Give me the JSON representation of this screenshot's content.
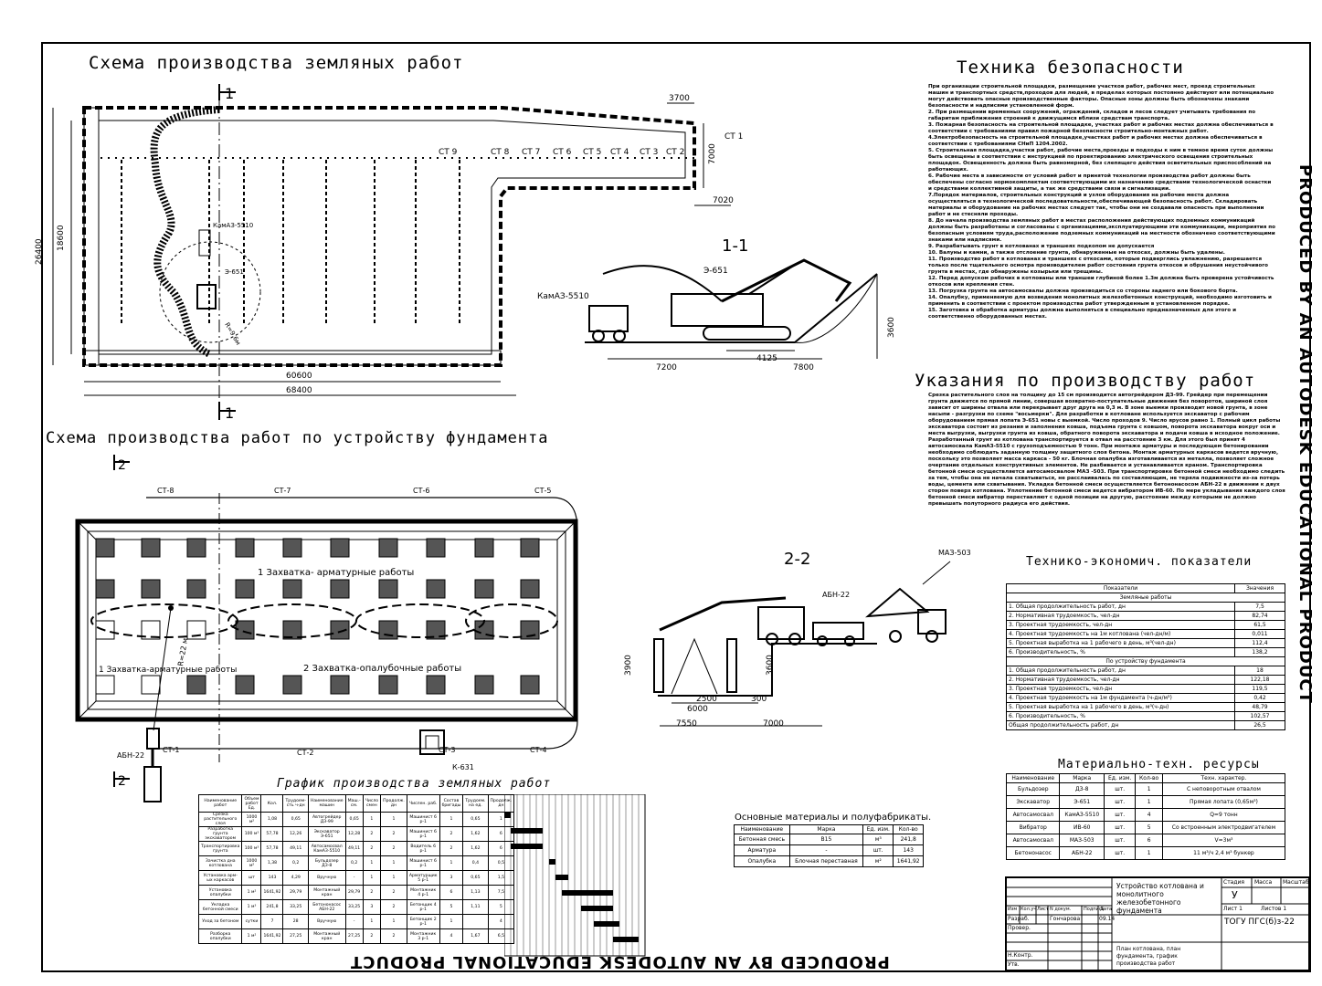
{
  "titles": {
    "earthworks": "Схема производства земляных работ",
    "safety": "Техника безопасности",
    "foundation": "Схема производства работ по устройству фундамента",
    "instructions": "Указания по производству работ",
    "tep": "Технико-экономич. показатели",
    "resources": "Материально-техн. ресурсы",
    "graph": "График производства земляных работ",
    "materials": "Основные материалы и полуфабрикаты."
  },
  "watermark": "PRODUCED BY AN AUTODESK EDUCATIONAL PRODUCT",
  "plan1": {
    "dims": {
      "d26400": "26400",
      "d18600": "18600",
      "d60600": "60600",
      "d68400": "68400",
      "d3700": "3700",
      "d7000": "7000",
      "d7020": "7020"
    },
    "stations": [
      "СТ 9",
      "СТ 8",
      "СТ 7",
      "СТ 6",
      "СТ 5",
      "СТ 4",
      "СТ 3",
      "СТ 2",
      "СТ 1"
    ],
    "equip": [
      "КамАЗ-5510",
      "Э-651",
      "R=9,6м"
    ],
    "section": "1"
  },
  "section11": {
    "label": "1-1",
    "excavator": "Э-651",
    "truck": "КамАЗ-5510",
    "dims": {
      "d7200": "7200",
      "d4125": "4125",
      "d7800": "7800",
      "d3600": "3600"
    }
  },
  "section22": {
    "label": "2-2",
    "pump": "АБН-22",
    "truck": "МАЗ-503",
    "dims": {
      "d3900": "3900",
      "d3600": "3600",
      "d2500": "2500",
      "d300": "300",
      "d6000": "6000",
      "d7550": "7550",
      "d7000": "7000"
    }
  },
  "plan2": {
    "stations_top": [
      "СТ-8",
      "СТ-7",
      "СТ-6",
      "СТ-5"
    ],
    "stations_bottom": [
      "СТ-1",
      "СТ-2",
      "СТ-3",
      "СТ-4"
    ],
    "zones": [
      "1 Захватка- арматурные работы",
      "1 Захватка-арматурные работы",
      "2 Захватка-опалубочные работы"
    ],
    "pump": "АБН-22",
    "crane": "К-631",
    "radius": "R=22 м",
    "section": "2"
  },
  "safety_text": "При организации строительной площадки, размещение участков работ, рабочих мест, проезд строительных машин и транспортных средств,проходов для людей, в пределах которых постоянно действуют или потенциально могут действовать опасные производственные факторы. Опасные зоны должны быть обозначены знаками безопасности и надписями установленной форм.\n2. При размещении временных сооружений, ограждений, складов и лесов следует учитывать требования по габаритам приближения строений к движущимся вблизи средствам транспорта.\n3. Пожарная безопасность на строительной площадке, участках работ и рабочих местах должна обеспечиваться в соответствии с требованиями правил пожарной безопасности строительно-монтажных работ.\n4.Электробезопасность на строительной площадке,участках работ и рабочих местах должна обеспечиваться в соответствии с требованиями СНиП 1204.2002.\n5. Строительная площадка,участки работ, рабочие места,проезды и подходы к ним в темное время суток должны быть освещены в соответствии с инструкцией по проектированию электрического освещения строительных площадок. Освещенность должна быть равномерной, без слепящего действия осветительных приспособлений на работающих.\n6. Рабочие места в зависимости от условий работ и принятой технологии производства работ должны быть обеспечены согласно нормокомплектам соответствующими их назначению средствами технологической оснастки и средствами коллективной защиты, а так же средствами связи и сигнализации.\n7.Порядок материалов, строительных конструкций и узлов оборудования на рабочие места должна осуществляться в технологической последовательности,обеспечивающей безопасность работ. Складировать материалы и оборудование на рабочих местах следует так, чтобы они не создавали опасность при выполнении работ и не стесняли проходы.\n8. До начала производства земляных работ в местах расположения действующих подземных коммуникаций должны быть разработаны и согласованы с организациями,эксплуатирующими эти коммуникации, мероприятия по безопасным условиям труда,расположение подземных коммуникаций на местности обозначено соответствующими знаками или надписями.\n9. Разрабатывать грунт в котлованах и траншеях подкопом не допускается\n10. Валуны и камни, а также отслоение грунта, обнаруженные на откосах, должны быть удалены.\n11. Производство работ в котлованах и траншеях с откосами, которые подверглись увлажнению, разрешается только после тщательного осмотра производителем работ состояния грунта откосов и обрушения неустойчивого грунта в местах, где обнаружены козырьки или трещины.\n12. Перед допуском рабочих в котлованы или траншеи глубиной более 1.3м должна быть проверена устойчивость откосов или крепления стен.\n13. Погрузка грунта на автосамосвалы должна производиться со стороны заднего или бокового борта.\n14. Опалубку, применяемую для возведения монолитных железобетонных конструкций, необходимо изготовить и применить в соответствии с проектом производства работ утвержденным в установленном порядке.\n15. Заготовка и обработка арматуры должна выполняться в специально предназначенных для этого и соответственно оборудованных местах.",
  "instructions_text": "Срезка растительного слоя на толщину до 15 см производится автогрейдером ДЗ-99. Грейдер при перемещении грунта движется по прямой линии, совершая возвратно-поступательные движения без поворотов, шириной слоя зависит от ширины отвала или перекрывает друг друга на 0,3 м. В зоне выемки производит новой грунта, в зоне насыпи - разгрузки по схеме \"восьмерки\". Для разработки в котловане используется экскаватор с рабочим оборудованием прямая лопата Э-651 новы с выемкой. Число проходов 9. Число ярусов равно 1. Полный цикл работы экскаватора состоит из резания и заполнения ковша, подъема грунта с ковшом, поворота экскаватора вокруг оси и места выгрузки, выгрузки грунта из ковша, обратного поворота экскаватора и подачи ковша в исходное положение. Разработанный грунт из котлована транспортируется в отвал на расстояние 3 км. Для этого был принят 4 автосамосвала КамАЗ-5510 с грузоподъемностью 9 тонн. При монтаже арматуры и последующем бетонировании необходимо соблюдать заданную толщину защитного слоя бетона. Монтаж арматурных каркасов ведется вручную, поскольку это позволяет масса каркаса - 50 кг. Блочная опалубка изготавливается из металла, позволяет сложное очертание отдельных конструктивных элементов. Не разбивается и устанавливается краном. Транспортировка бетонной смеси осуществляется автосамосвалом МАЗ -503. При транспортировке бетонной смеси необходимо следить за тем, чтобы она не начала схватываться, не расслаивалась по составляющим, не теряла подвижности из-за потерь воды, цемента или схватывания. Укладка бетонной смеси осуществляется бетононасосом АБН-22 в движении к двух сторон поверх котлована. Уплотнение бетонной смеси ведется вибратором ИВ-60. По мере укладывания каждого слоя бетонной смеси вибратор переставляют с одной позиции на другую, расстояние между которыми не должно превышать полуторного радиуса его действия.",
  "tep": {
    "headers": [
      "Показатели",
      "Значения"
    ],
    "section1": "Земляные работы",
    "rows1": [
      [
        "1. Общая продолжительность работ, дн",
        "7,5"
      ],
      [
        "2. Нормативная трудоемкость, чел-дн",
        "82,74"
      ],
      [
        "3. Проектная трудоемкость, чел-дн",
        "61,5"
      ],
      [
        "4. Проектная трудоемкость на 1м котлована (чел-дн/м)",
        "0,011"
      ],
      [
        "5. Проектная выработка на 1 рабочего в день, м³(чел-дн)",
        "112,4"
      ],
      [
        "6. Производительность, %",
        "138,2"
      ]
    ],
    "section2": "По устройству фундамента",
    "rows2": [
      [
        "1. Общая продолжительность работ, дн",
        "18"
      ],
      [
        "2. Нормативная трудоемкость, чел-дн",
        "122,18"
      ],
      [
        "3. Проектная трудоемкость, чел-дн",
        "119,5"
      ],
      [
        "4. Проектная трудоемкость на 1м фундамента (ч-дн/м³)",
        "0,42"
      ],
      [
        "5. Проектная выработка на 1 рабочего в день, м³(ч-дн)",
        "48,79"
      ],
      [
        "6. Производительность, %",
        "102,57"
      ],
      [
        "Общая продолжительность работ, дн",
        "26,5"
      ]
    ]
  },
  "resources": {
    "headers": [
      "Наименование",
      "Марка",
      "Ед. изм.",
      "Кол-во",
      "Техн. характер."
    ],
    "rows": [
      [
        "Бульдозер",
        "ДЗ-8",
        "шт.",
        "1",
        "С неповоротным отвалом"
      ],
      [
        "Экскаватор",
        "Э-651",
        "шт.",
        "1",
        "Прямая лопата (0,65м³)"
      ],
      [
        "Автосамосвал",
        "КамАЗ-5510",
        "шт.",
        "4",
        "Q=9 тонн"
      ],
      [
        "Вибратор",
        "ИВ-60",
        "шт.",
        "5",
        "Со встроенным электродвигателем"
      ],
      [
        "Автосамосвал",
        "МАЗ-503",
        "шт.",
        "6",
        "V=3м³"
      ],
      [
        "Бетононасос",
        "АБН-22",
        "шт.",
        "1",
        "11 м³/ч 2,4 м³ бункер"
      ]
    ]
  },
  "materials": {
    "headers": [
      "Наименование",
      "Марка",
      "Ед. изм.",
      "Кол-во"
    ],
    "rows": [
      [
        "Бетонная смесь",
        "В15",
        "м³",
        "241,8"
      ],
      [
        "Арматура",
        "-",
        "шт.",
        "143"
      ],
      [
        "Опалубка",
        "Блочная переставная",
        "м²",
        "1641,92"
      ]
    ]
  },
  "graph": {
    "headers": [
      "Наименование работ",
      "Объем работ Ед.",
      "Кол.",
      "Трудоем-сть ч-дн",
      "Наименование машин",
      "Маш.-см.",
      "Число смен",
      "Продолж. дн",
      "Числен. раб.",
      "Состав бригады",
      "Трудоем. на ед.",
      "Продолж. дн",
      "Рабочие дни"
    ],
    "rows": [
      [
        "Срезка растительного слоя",
        "1000 м²",
        "1,08",
        "0,65",
        "Автогрейдер ДЗ-99",
        "0,65",
        "1",
        "1",
        "Машинист 6 р-1",
        "1",
        "0,65",
        "1"
      ],
      [
        "Разработка грунта экскаватором",
        "100 м³",
        "57,78",
        "12,26",
        "Экскаватор Э-651",
        "12,28",
        "2",
        "2",
        "Машинист 6 р-1",
        "2",
        "1,62",
        "6"
      ],
      [
        "Транспортировка грунта",
        "100 м³",
        "57,78",
        "49,11",
        "Автосамосвал КамАЗ-5510",
        "49,11",
        "2",
        "2",
        "Водитель 6 р-1",
        "2",
        "1,62",
        "6"
      ],
      [
        "Зачистка дна котлована",
        "1000 м²",
        "1,38",
        "0,2",
        "Бульдозер ДЗ-8",
        "0,2",
        "1",
        "1",
        "Машинист 6 р-1",
        "1",
        "0,4",
        "0,5"
      ],
      [
        "Установка арм-ых каркасов",
        "шт",
        "143",
        "4,29",
        "Вручную",
        "-",
        "1",
        "1",
        "Арматурщик 5 р-1",
        "3",
        "0,65",
        "1,5"
      ],
      [
        "Установка опалубки",
        "1 м²",
        "1641,92",
        "29,79",
        "Монтажный кран",
        "29,79",
        "2",
        "2",
        "Монтажник 4 р-1",
        "6",
        "1,13",
        "7,5"
      ],
      [
        "Укладка бетонной смеси",
        "1 м³",
        "241,8",
        "33,25",
        "Бетононасос АБН-22",
        "33,25",
        "3",
        "2",
        "Бетонщик 4 р-1",
        "5",
        "1,11",
        "5"
      ],
      [
        "Уход за бетоном",
        "сутки",
        "7",
        "28",
        "Вручную",
        "-",
        "1",
        "1",
        "Бетонщик 2 р-1",
        "1",
        "",
        "4"
      ],
      [
        "Разборка опалубки",
        "1 м²",
        "1641,92",
        "27,25",
        "Монтажный кран",
        "27,25",
        "2",
        "2",
        "Монтажник 3 р-1",
        "4",
        "1,67",
        "6,5"
      ]
    ]
  },
  "stamp": {
    "title": "Устройство котлована и монолитного железобетонного фундамента",
    "subtitle": "План котлована, план фундамента, график производства работ",
    "stage_h": "Стадия",
    "mass_h": "Масса",
    "scale_h": "Масштаб",
    "stage": "У",
    "sheet": "Лист 1",
    "sheets": "Листов 1",
    "org": "ТОГУ ПГС(б)з-22",
    "cols": [
      "Изм",
      "Кол.уч",
      "Лист",
      "N докум.",
      "Подпись",
      "Дата"
    ],
    "razrab": "Разраб.",
    "name": "Гончарова",
    "date": "09.14",
    "prov": "Провер.",
    "nkontr": "Н.Контр.",
    "utv": "Утв."
  }
}
